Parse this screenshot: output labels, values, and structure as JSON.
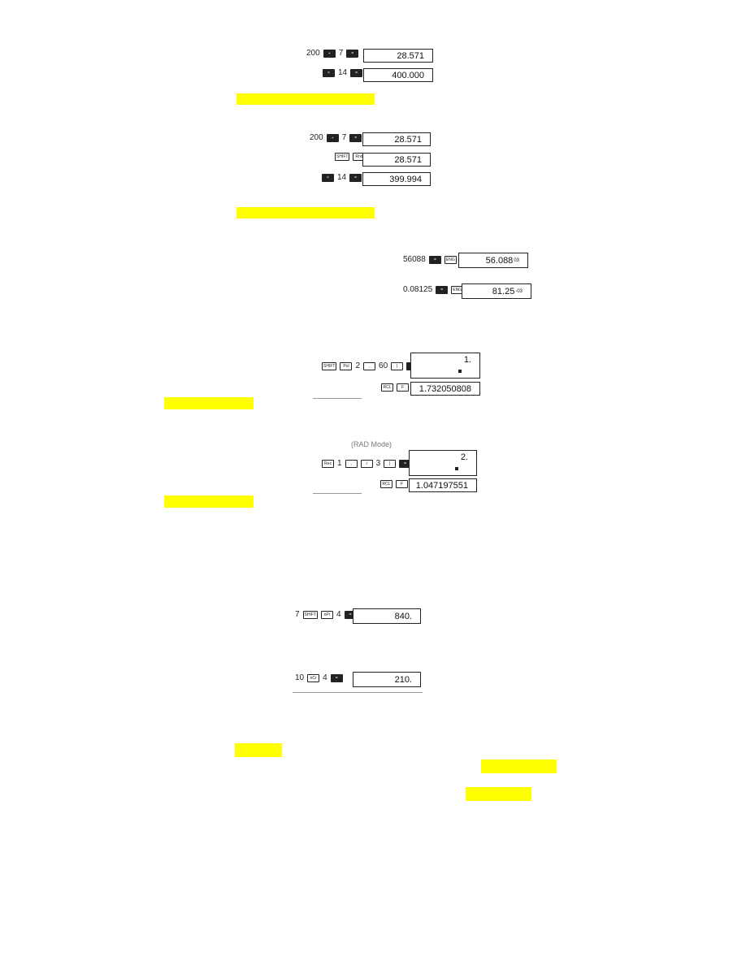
{
  "ex1": {
    "row1": {
      "num_a": "200",
      "key_op": "÷",
      "num_b": "7",
      "key_eq": "=",
      "display": "28.571"
    },
    "row2": {
      "key_op": "×",
      "num": "14",
      "key_eq": "=",
      "display": "400.000"
    }
  },
  "ex2": {
    "row1": {
      "num_a": "200",
      "key_op": "÷",
      "num_b": "7",
      "key_eq": "=",
      "display": "28.571"
    },
    "row2": {
      "key_a": "SHIFT",
      "key_b": "Rnd",
      "display": "28.571"
    },
    "row3": {
      "key_op": "×",
      "num": "14",
      "key_eq": "=",
      "display": "399.994"
    }
  },
  "ex3": {
    "row1": {
      "num": "56088",
      "key_a": "=",
      "key_b": "ENG",
      "mantissa": "56.088",
      "exponent": "03"
    },
    "row2": {
      "num": "0.08125",
      "key_a": "=",
      "key_b": "ENG",
      "mantissa": "81.25",
      "exponent": "-03"
    }
  },
  "ex4": {
    "row1": {
      "key_a": "SHIFT",
      "key_b": "Pol",
      "num_a": "2",
      "key_c": ",",
      "num_b": "60",
      "key_d": ")",
      "key_eq": "=",
      "display": "1."
    },
    "row2": {
      "key_a": "RCL",
      "key_b": "F",
      "display": "1.732050808"
    }
  },
  "ex5": {
    "header_fragment": "(RAD Mode)",
    "row1": {
      "key_a": "Rec",
      "num_a": "1",
      "key_b": ",",
      "key_c": "√",
      "num_b": "3",
      "key_d": ")",
      "key_eq": "=",
      "display": "2."
    },
    "row2": {
      "key_a": "RCL",
      "key_b": "F",
      "display": "1.047197551"
    }
  },
  "ex6": {
    "row1": {
      "num_a": "7",
      "key_a": "SHIFT",
      "key_b": "nPr",
      "num_b": "4",
      "key_eq": "=",
      "display": "840."
    }
  },
  "ex7": {
    "row1": {
      "num_a": "10",
      "key_a": "nCr",
      "num_b": "4",
      "key_eq": "=",
      "display": "210."
    }
  },
  "colors": {
    "highlight": "#ffff00",
    "ink": "#222222"
  }
}
